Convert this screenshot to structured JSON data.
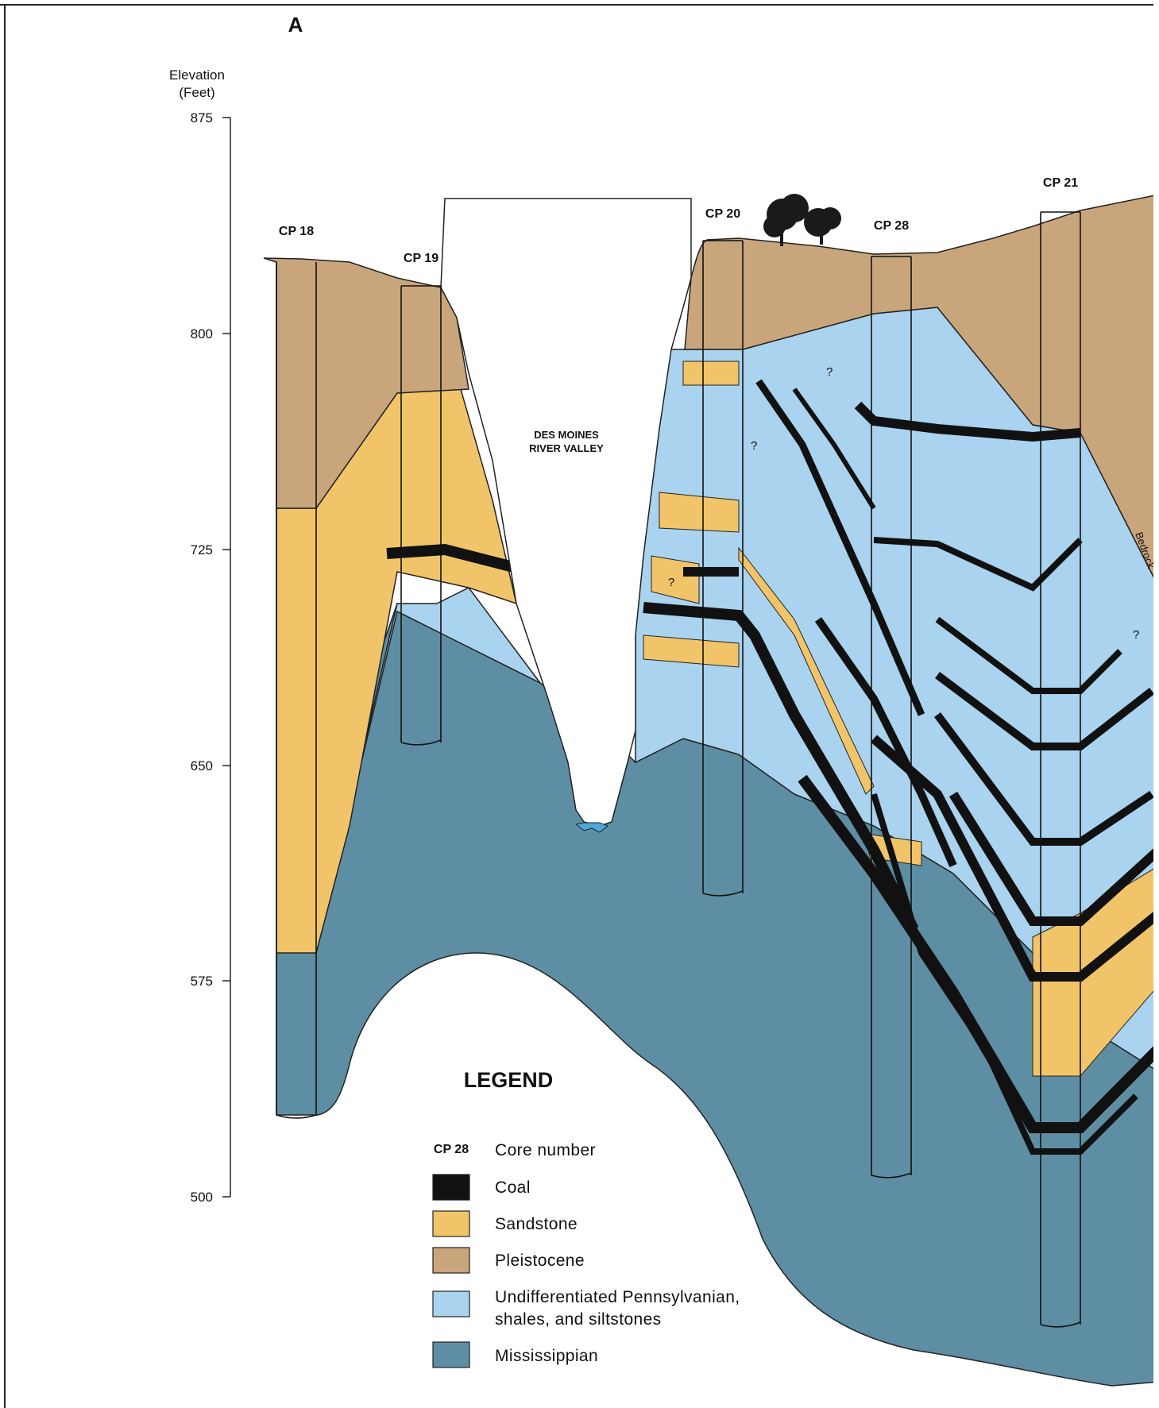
{
  "panel_label": "A",
  "axis": {
    "title_line1": "Elevation",
    "title_line2": "(Feet)",
    "ticks": [
      "875",
      "800",
      "725",
      "650",
      "575",
      "500"
    ]
  },
  "cores": [
    "CP 18",
    "CP 19",
    "CP 20",
    "CP 28",
    "CP 21"
  ],
  "valley_label_line1": "DES MOINES",
  "valley_label_line2": "RIVER VALLEY",
  "unknown_marker": "?",
  "bedrock_label": "Bedrock",
  "legend": {
    "title": "LEGEND",
    "core_sample": "CP 28",
    "core_label": "Core number",
    "items": [
      {
        "label": "Coal",
        "color": "#111111"
      },
      {
        "label": "Sandstone",
        "color": "#f2c469"
      },
      {
        "label": "Pleistocene",
        "color": "#c9a57c"
      },
      {
        "label": "Undifferentiated Pennsylvanian,",
        "label2": "shales, and siltstones",
        "color": "#a9d3ef"
      },
      {
        "label": "Mississippian",
        "color": "#5e8ea3"
      }
    ]
  },
  "colors": {
    "coal": "#111111",
    "sandstone": "#f2c469",
    "pleistocene": "#c9a57c",
    "pennsylvanian": "#a9d3ef",
    "mississippian": "#5e8ea3"
  }
}
